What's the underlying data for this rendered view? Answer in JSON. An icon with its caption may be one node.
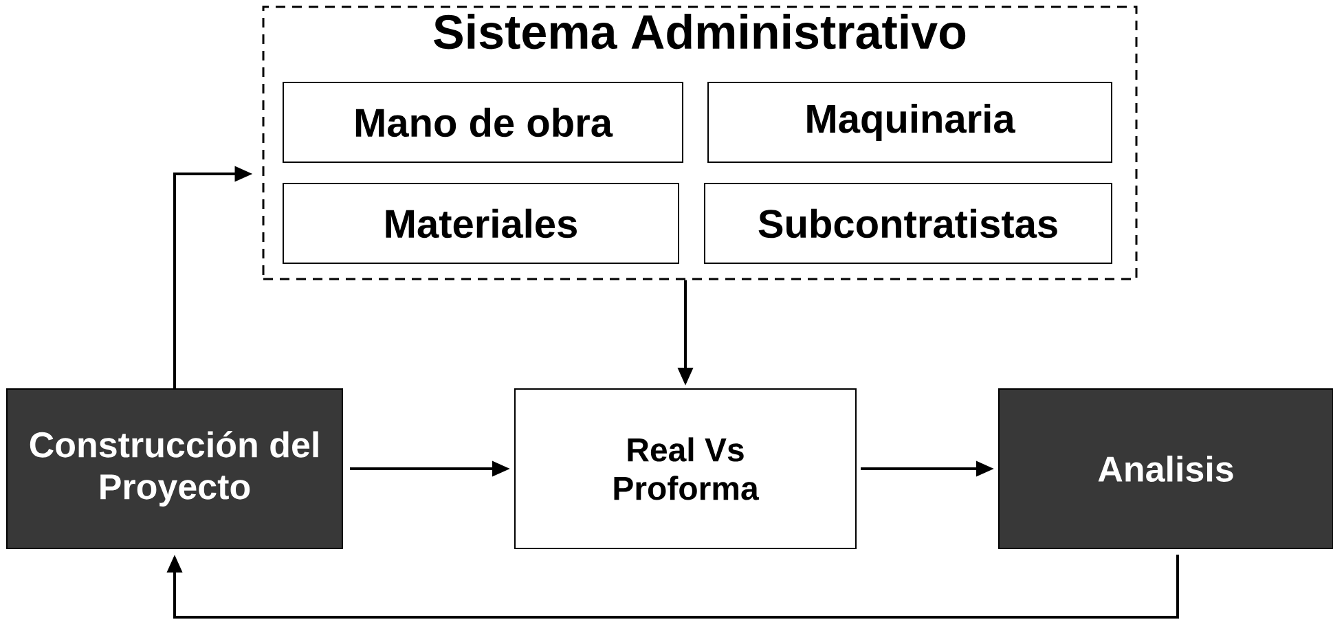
{
  "diagram": {
    "nodes": [
      {
        "text": [
          "Sistema Administrativo"
        ]
      },
      {
        "text": [
          "Mano de obra"
        ],
        "in": 0
      },
      {
        "text": [
          "Maquinaria"
        ],
        "in": 0
      },
      {
        "text": [
          "Materiales"
        ],
        "in": 0
      },
      {
        "text": [
          "Subcontratistas"
        ],
        "in": 0
      },
      {
        "text": [
          "Construcción del Proyecto"
        ]
      },
      {
        "text": [
          "Real Vs Proforma"
        ]
      },
      {
        "text": [
          "Analisis"
        ]
      }
    ],
    "edges": [
      {
        "from": 5,
        "to": 0,
        "arrow": "to"
      },
      {
        "from": 0,
        "to": 6,
        "arrow": "to"
      },
      {
        "from": 5,
        "to": 6,
        "arrow": "to"
      },
      {
        "from": 6,
        "to": 7,
        "arrow": "to"
      },
      {
        "from": 7,
        "to": 5,
        "arrow": "to"
      }
    ]
  }
}
